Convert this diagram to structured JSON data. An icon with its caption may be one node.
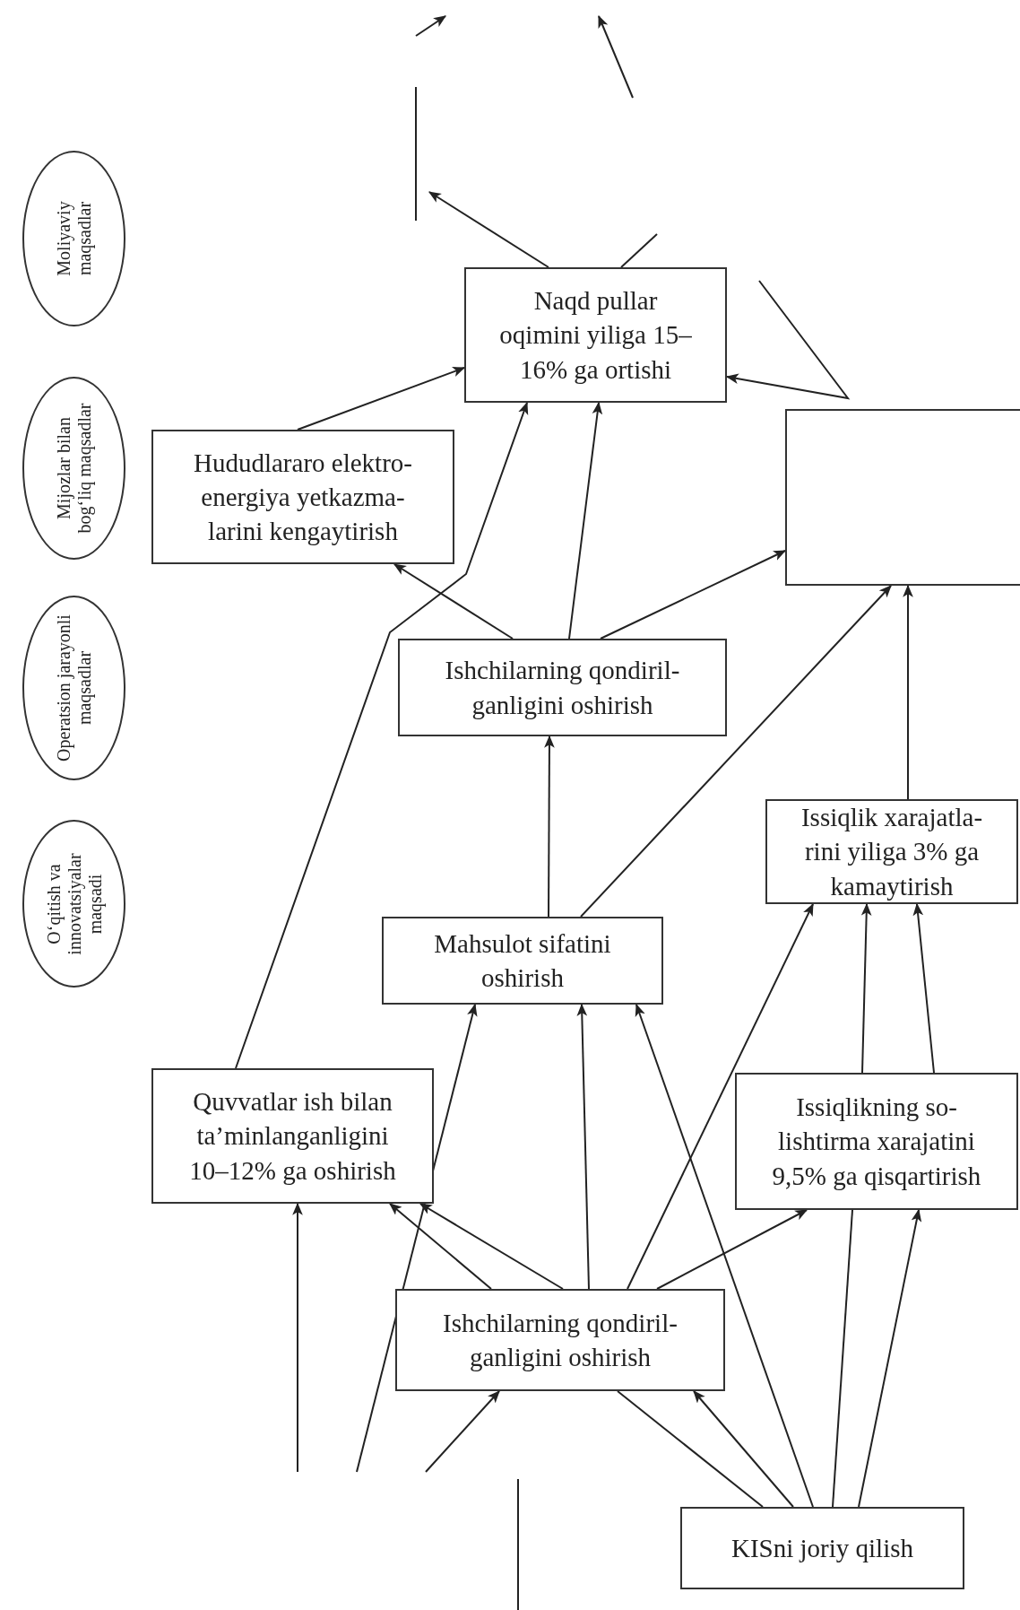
{
  "diagram": {
    "nodes": [
      {
        "text": [
          "Moliyaviy maqsadlar"
        ]
      },
      {
        "text": [
          "Mijozlar bilan bog‘liq maqsadlar"
        ]
      },
      {
        "text": [
          "Operatsion jarayonli maqsadlar"
        ]
      },
      {
        "text": [
          "O‘qitish va innovatsiyalar maqsadi"
        ]
      },
      {
        "text": [
          "Naqd pullar oqimini yiliga 15–16% ga ortishi"
        ]
      },
      {
        "text": [
          "Hududlararo elektro- energiya yetkazma- larini kengaytirish"
        ]
      },
      {
        "text": [],
        "shape": "box"
      },
      {
        "text": [
          "Ishchilarning qondiril- ganligini oshirish"
        ]
      },
      {
        "text": [
          "Issiqlik xarajatla- rini yiliga 3% ga kamaytirish"
        ]
      },
      {
        "text": [
          "Mahsulot sifatini oshirish"
        ]
      },
      {
        "text": [
          "Quvvatlar ish bilan ta’minlanganligini 10–12% ga oshirish"
        ]
      },
      {
        "text": [
          "Issiqlikning so- lishtirma xarajatini 9,5% ga qisqartirish"
        ]
      },
      {
        "text": [
          "Ishchilarning qondiril- ganligini oshirish"
        ]
      },
      {
        "text": [
          "KISni joriy qilish"
        ]
      }
    ],
    "edges": [
      {
        "from": 5,
        "to": 4,
        "arrow": "to"
      },
      {
        "from": null,
        "to": 4,
        "arrow": "to"
      },
      {
        "from": 10,
        "to": 4,
        "arrow": "to"
      },
      {
        "from": 7,
        "to": 4,
        "arrow": "to"
      },
      {
        "from": 7,
        "to": 5,
        "arrow": "to"
      },
      {
        "from": 7,
        "to": 6,
        "arrow": "to"
      },
      {
        "from": 9,
        "to": 7,
        "arrow": "to"
      },
      {
        "from": 9,
        "to": 6,
        "arrow": "to"
      },
      {
        "from": 8,
        "to": 6,
        "arrow": "to"
      },
      {
        "from": 12,
        "to": 8,
        "arrow": "to"
      },
      {
        "from": 11,
        "to": 8,
        "arrow": "to"
      },
      {
        "from": 11,
        "to": 8,
        "arrow": "to"
      },
      {
        "from": null,
        "to": 9,
        "arrow": "to"
      },
      {
        "from": 12,
        "to": 9,
        "arrow": "to"
      },
      {
        "from": 13,
        "to": 9,
        "arrow": "to"
      },
      {
        "from": 12,
        "to": 10,
        "arrow": "to"
      },
      {
        "from": 12,
        "to": 10,
        "arrow": "to"
      },
      {
        "from": 12,
        "to": 11,
        "arrow": "to"
      },
      {
        "from": 11,
        "to": 13,
        "arrow": "none"
      },
      {
        "from": 13,
        "to": 11,
        "arrow": "to"
      },
      {
        "from": null,
        "to": 10,
        "arrow": "to"
      },
      {
        "from": null,
        "to": 12,
        "arrow": "to"
      },
      {
        "from": 12,
        "to": 13,
        "arrow": "none"
      },
      {
        "from": 13,
        "to": 12,
        "arrow": "to"
      },
      {
        "from": 4,
        "to": null,
        "arrow": "to"
      },
      {
        "from": 4,
        "to": null,
        "arrow": "none"
      }
    ]
  }
}
